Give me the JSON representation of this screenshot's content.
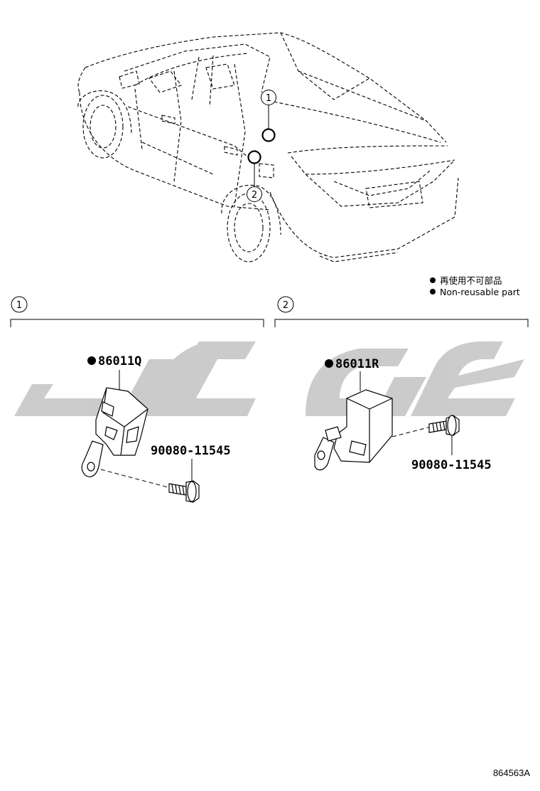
{
  "callouts": {
    "one": "1",
    "two": "2"
  },
  "legend": {
    "jp": "再使用不可部品",
    "en": "Non-reusable part"
  },
  "section1": {
    "part_number": "86011Q",
    "bolt_number": "90080-11545"
  },
  "section2": {
    "part_number": "86011R",
    "bolt_number": "90080-11545"
  },
  "figure_code": "864563A",
  "colors": {
    "line": "#000000",
    "watermark": "#c9c9c9"
  }
}
